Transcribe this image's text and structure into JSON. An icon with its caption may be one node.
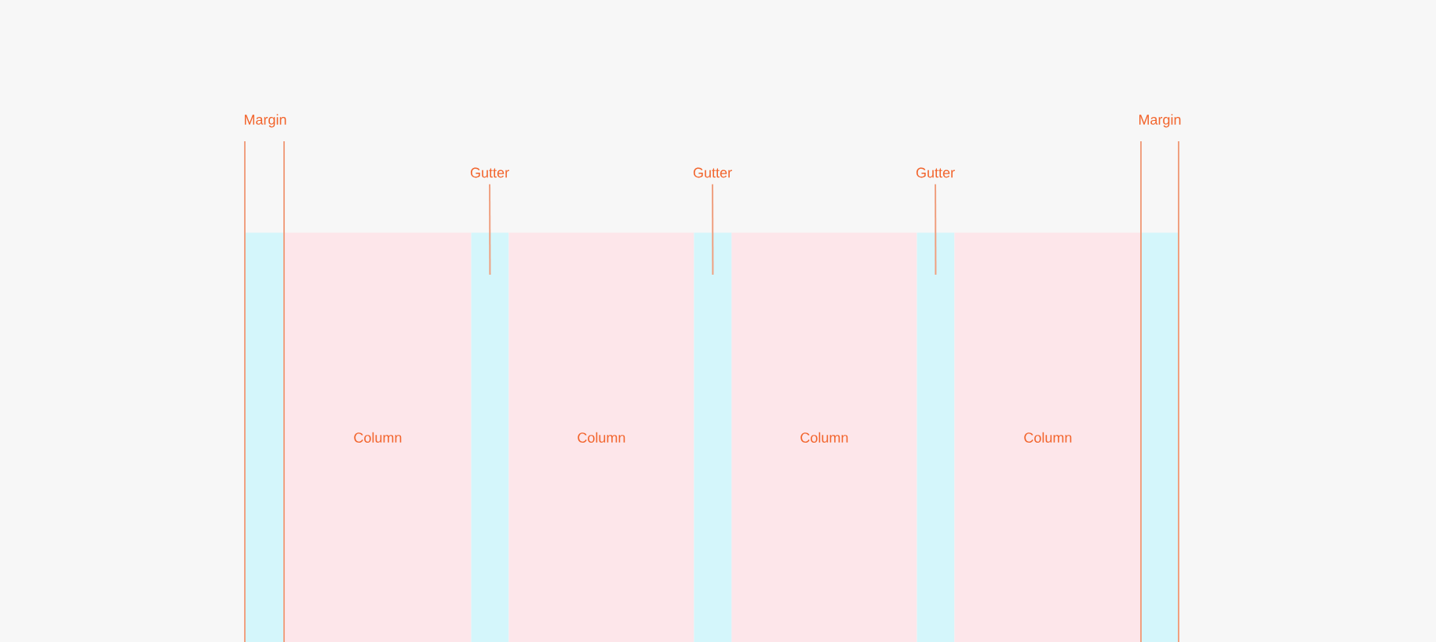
{
  "diagram": {
    "nodes": [
      {
        "text": [
          "Gutter"
        ]
      },
      {
        "text": [
          "Gutter"
        ]
      },
      {
        "text": [
          "Gutter"
        ]
      },
      {
        "text": [],
        "shape": "bar"
      },
      {
        "text": [
          "Column"
        ]
      },
      {
        "text": [],
        "shape": "bar"
      },
      {
        "text": [
          "Column"
        ]
      },
      {
        "text": [],
        "shape": "bar"
      },
      {
        "text": [
          "Column"
        ]
      },
      {
        "text": [],
        "shape": "bar"
      },
      {
        "text": [
          "Column"
        ]
      },
      {
        "text": [],
        "shape": "bar"
      }
    ],
    "edges": [
      {
        "from": 0,
        "to": 5,
        "arrow": "none"
      },
      {
        "from": 1,
        "to": 7,
        "arrow": "none"
      },
      {
        "from": 2,
        "to": 9,
        "arrow": "none"
      }
    ],
    "labels": [
      "Margin",
      "Margin"
    ]
  }
}
